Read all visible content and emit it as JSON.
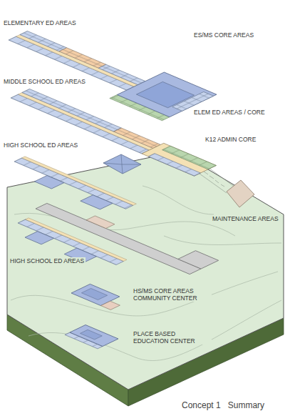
{
  "diagram": {
    "caption": "Concept 1   Summary",
    "labels": [
      "ELEMENTARY ED AREAS",
      "ES/MS CORE AREAS",
      "MIDDLE SCHOOL ED AREAS",
      "ELEM ED AREAS / CORE",
      "K12 ADMIN CORE",
      "HIGH SCHOOL ED AREAS",
      "MAINTENANCE AREAS",
      "HIGH SCHOOL ED AREAS",
      "HS/MS CORE AREAS COMMUNITY CENTER",
      "PLACE BASED EDUCATION CENTER"
    ]
  }
}
